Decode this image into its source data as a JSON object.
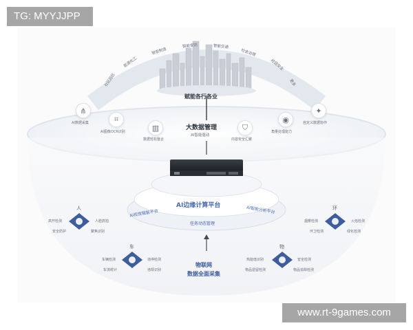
{
  "watermarks": {
    "top_left": "TG: MYYJJPP",
    "bottom_right": "www.rt-9games.com"
  },
  "industries": [
    "社区园区",
    "能源化工",
    "智能制造",
    "智能安防",
    "智能交通",
    "社会治理",
    "校园安全",
    "更多"
  ],
  "city_caption": "赋能各行各业",
  "big_data": {
    "title": "大数据管理",
    "subtitle": "AI智能驱动"
  },
  "ring_items": [
    "AI数据采集",
    "AI图像OCR识别",
    "数据轻松整合",
    "内容安全汇聚",
    "角量处理能力",
    "自定义数据协作"
  ],
  "platform": {
    "title": "AI边缘计算平台",
    "left": "AI视觉赋能平台",
    "right": "AI智能分析平台",
    "center": "任务动态管理"
  },
  "iot": {
    "line1": "物联网",
    "line2": "数据全面采集"
  },
  "hubs": {
    "person": {
      "title": "人",
      "items": [
        "高开检测",
        "人脸抓拍",
        "安全防护",
        "聚焦识别"
      ]
    },
    "environment": {
      "title": "环",
      "items": [
        "烟雾检测",
        "火焰检测",
        "环卫检测",
        "绿化检测"
      ]
    },
    "vehicle": {
      "title": "车",
      "items": [
        "车辆检测",
        "违停检测",
        "车流统计",
        "违规识别"
      ]
    },
    "object": {
      "title": "物",
      "items": [
        "热能值识别",
        "安全检测",
        "物品遗留检测",
        "物品追踪检测"
      ]
    }
  },
  "colors": {
    "accent": "#5b7fc7",
    "hub": "#3f5d9c",
    "text": "#5b6572"
  },
  "icons": [
    "network-icon",
    "scan-icon",
    "chart-icon",
    "shield-icon",
    "camera-icon",
    "flow-icon"
  ]
}
